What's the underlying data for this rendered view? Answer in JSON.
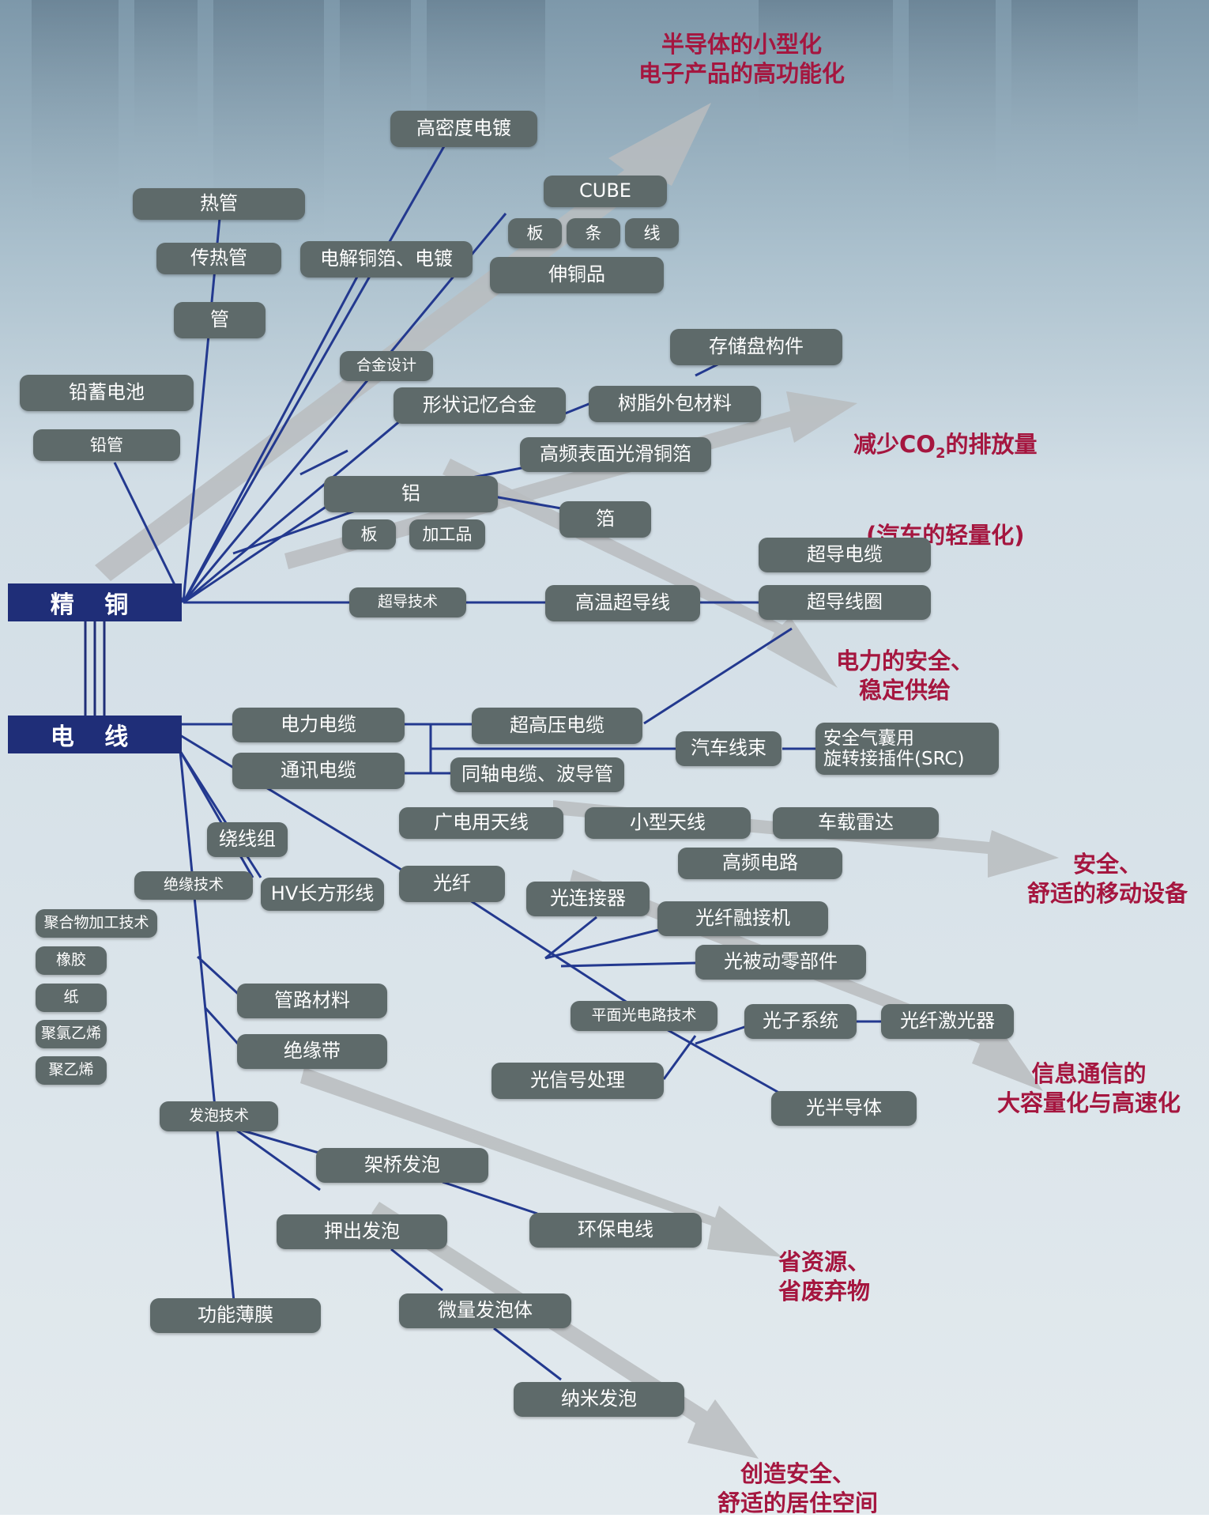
{
  "colors": {
    "node_fill": "#5e6a6a",
    "root_fill": "#1f2e78",
    "line": "#23398f",
    "goal_text": "#a5163f",
    "arrow": "#b9bcbe"
  },
  "roots": {
    "copper": "精 铜",
    "wire": "电 线"
  },
  "goals": {
    "semiconductor": "半导体的小型化\n电子产品的高功能化",
    "co2": "(汽车的轻量化)",
    "co2_main": "减少CO",
    "co2_sub": "2",
    "co2_tail": "的排放量",
    "power": "电力的安全、\n稳定供给",
    "mobile": "安全、\n舒适的移动设备",
    "telecom": "信息通信的\n大容量化与高速化",
    "resources": "省资源、\n省废弃物",
    "living": "创造安全、\n舒适的居住空间"
  },
  "nodes": {
    "high_density_plating": "高密度电镀",
    "cube": "CUBE",
    "plate1": "板",
    "strip": "条",
    "wire_product": "线",
    "rolled_copper": "伸铜品",
    "electrolytic_foil": "电解铜箔、电镀",
    "heat_pipe": "热管",
    "heat_transfer_tube": "传热管",
    "tube": "管",
    "lead_battery": "铅蓄电池",
    "lead_tube": "铅管",
    "alloy_design": "合金设计",
    "shape_memory": "形状记忆合金",
    "storage_disk": "存储盘构件",
    "resin_clad": "树脂外包材料",
    "hf_smooth_foil": "高频表面光滑铜箔",
    "aluminum": "铝",
    "plate2": "板",
    "processed": "加工品",
    "foil": "箔",
    "sc_cable": "超导电缆",
    "sc_tech": "超导技术",
    "ht_sc_wire": "高温超导线",
    "sc_coil": "超导线圈",
    "power_cable": "电力电缆",
    "ehv_cable": "超高压电缆",
    "auto_harness": "汽车线束",
    "airbag_src": "安全气囊用\n旋转接插件(SRC)",
    "comm_cable": "通讯电缆",
    "coax": "同轴电缆、波导管",
    "broadcast_antenna": "广电用天线",
    "small_antenna": "小型天线",
    "car_radar": "车载雷达",
    "hf_circuit": "高频电路",
    "winding": "绕线组",
    "insulation_tech": "绝缘技术",
    "hv_rect": "HV长方形线",
    "fiber": "光纤",
    "connector": "光连接器",
    "fusion_splicer": "光纤融接机",
    "passive_parts": "光被动零部件",
    "polymer_tech": "聚合物加工技术",
    "rubber": "橡胶",
    "paper": "纸",
    "pvc": "聚氯乙烯",
    "pe": "聚乙烯",
    "pipe_material": "管路材料",
    "insulating_tape": "绝缘带",
    "planar_lightwave": "平面光电路技术",
    "photonic_system": "光子系统",
    "fiber_laser": "光纤激光器",
    "signal_processing": "光信号处理",
    "opto_semiconductor": "光半导体",
    "foam_tech": "发泡技术",
    "crosslink_foam": "架桥发泡",
    "eco_wire": "环保电线",
    "extrusion_foam": "押出发泡",
    "micro_foam": "微量发泡体",
    "functional_film": "功能薄膜",
    "nano_foam": "纳米发泡"
  }
}
